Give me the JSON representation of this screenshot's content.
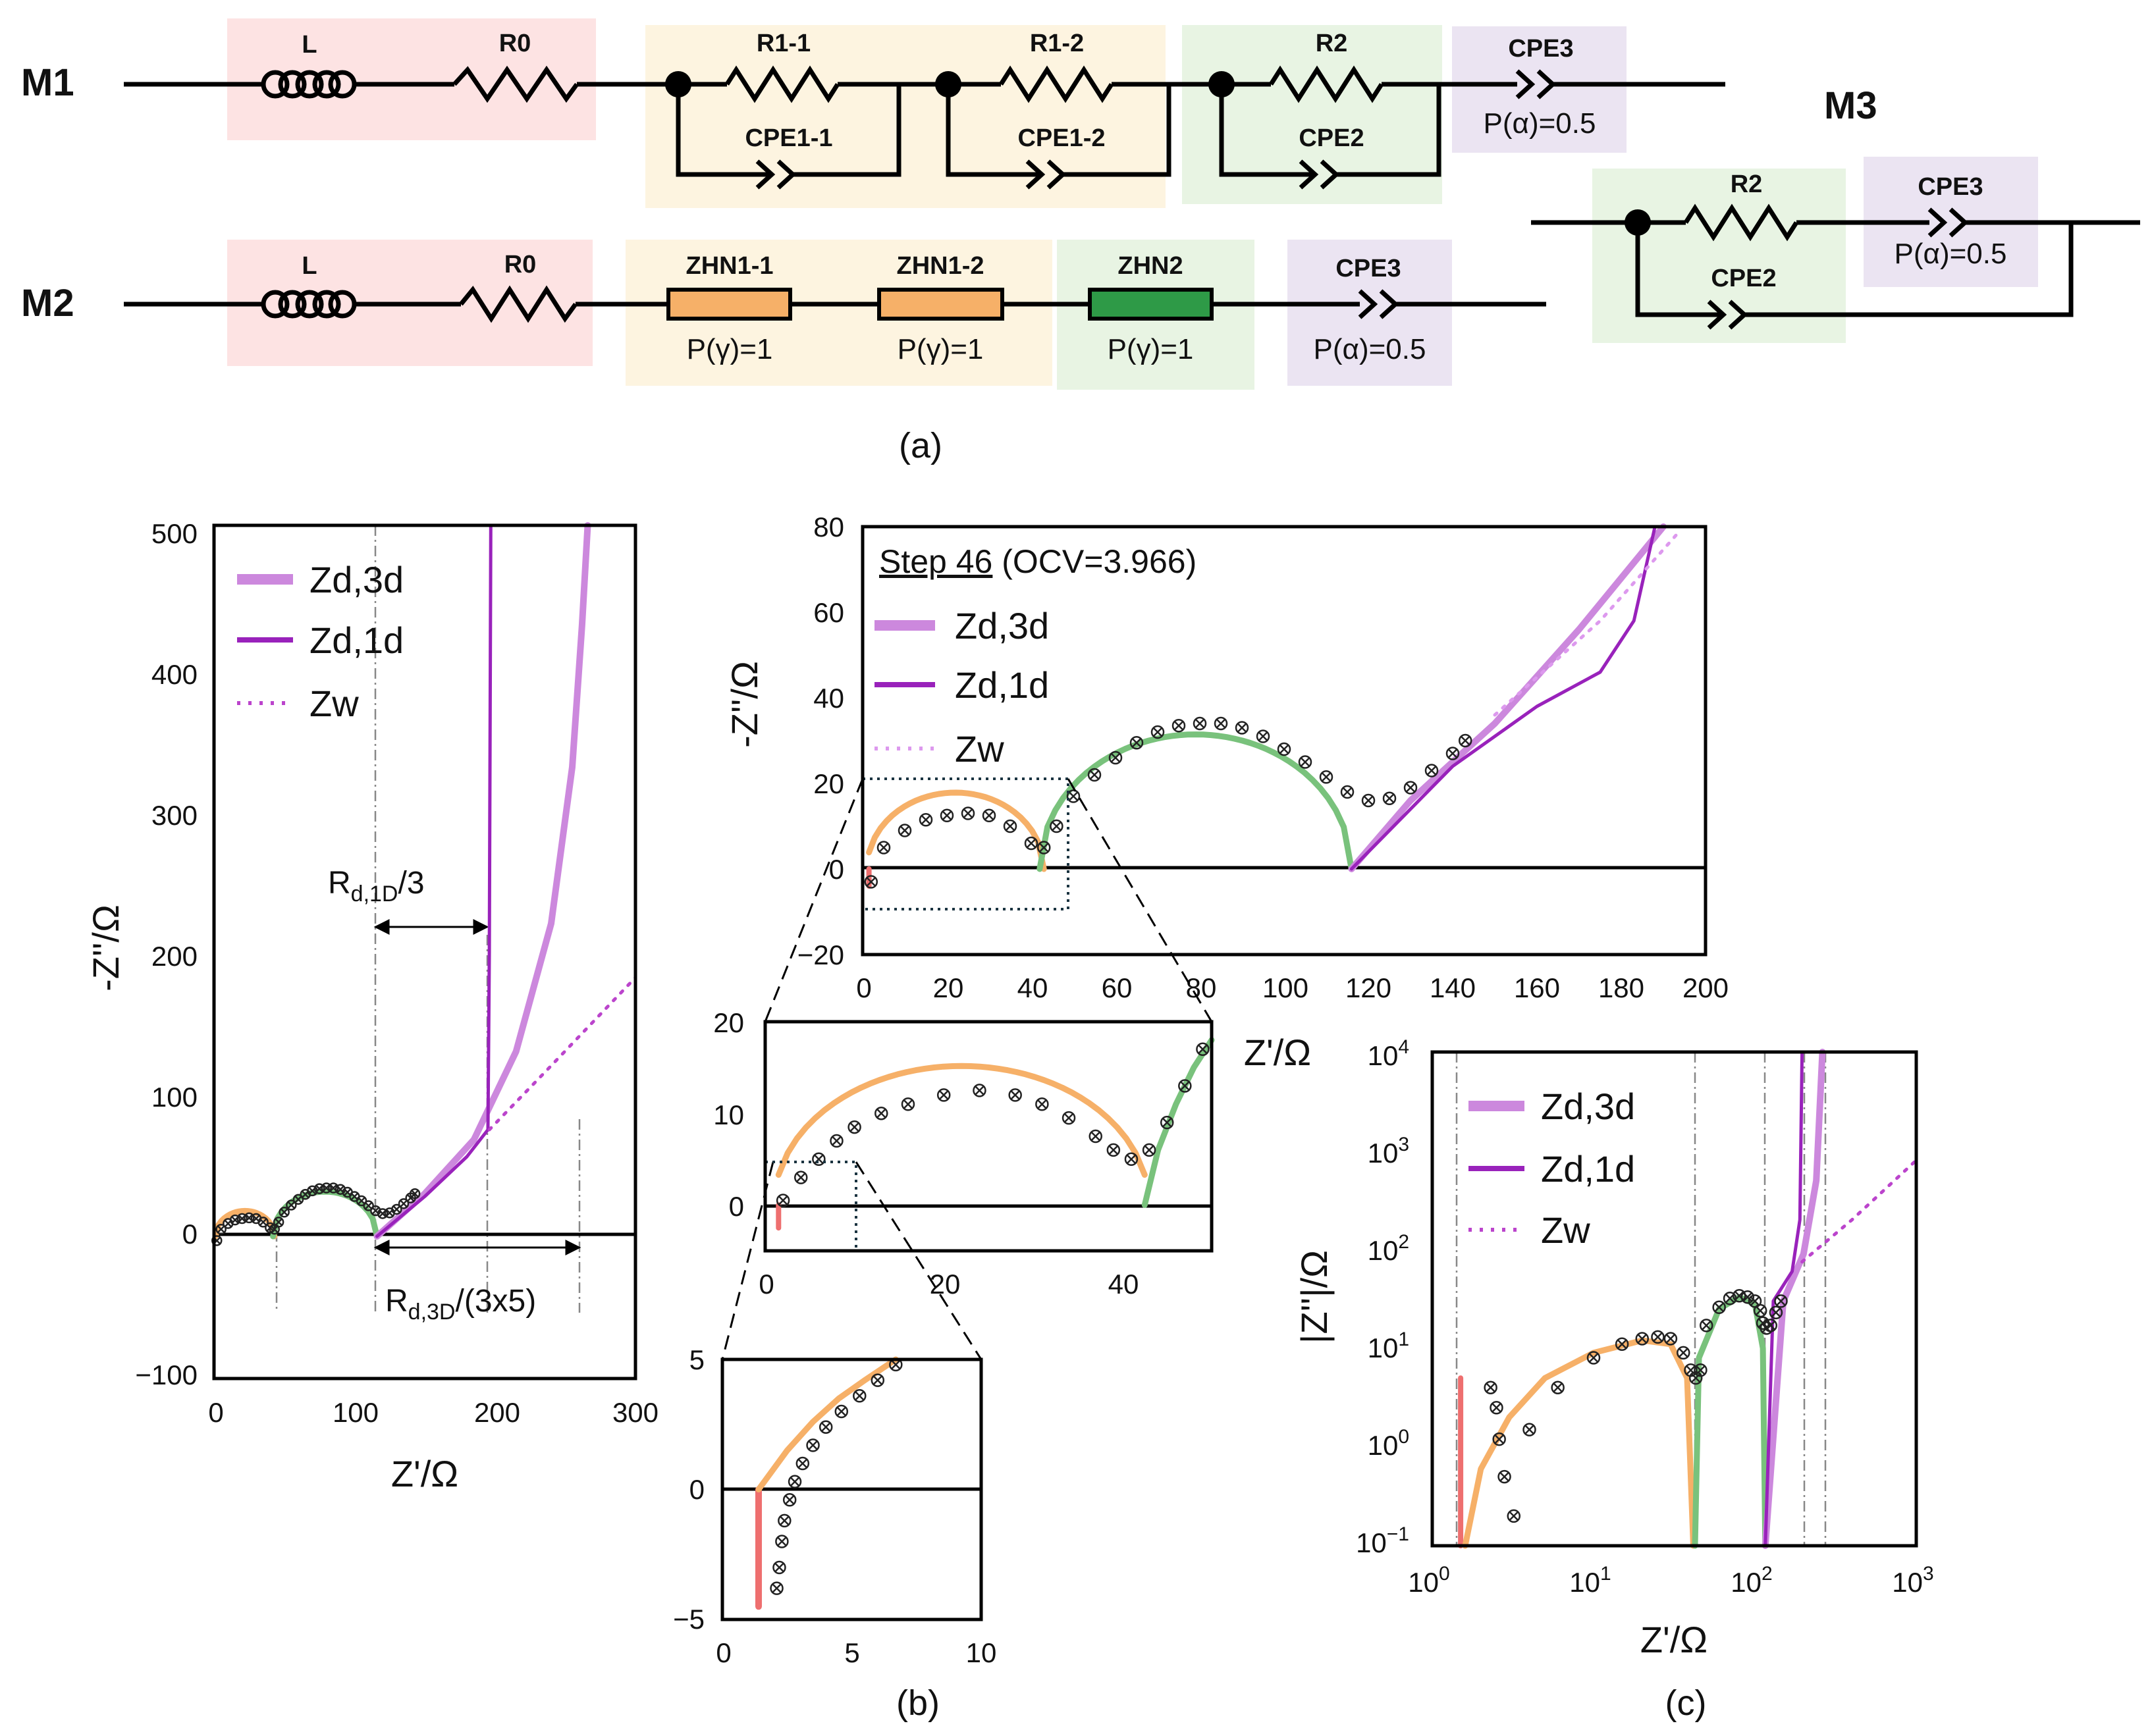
{
  "circuits": {
    "m1": {
      "label": "M1",
      "elements": [
        "L",
        "R0",
        "R1-1",
        "CPE1-1",
        "R1-2",
        "CPE1-2",
        "R2",
        "CPE2",
        "CPE3"
      ],
      "note": "P(α)=0.5"
    },
    "m2": {
      "label": "M2",
      "elements": [
        "L",
        "R0",
        "ZHN1-1",
        "ZHN1-2",
        "ZHN2",
        "CPE3"
      ],
      "notes": [
        "P(γ)=1",
        "P(γ)=1",
        "P(γ)=1",
        "P(α)=0.5"
      ]
    },
    "m3": {
      "label": "M3",
      "elements": [
        "R2",
        "CPE2",
        "CPE3"
      ],
      "note": "P(α)=0.5"
    },
    "caption": "(a)",
    "colors": {
      "inductive_box": "#fde3e3",
      "rc_box": "#fdf4e0",
      "r2_box": "#e8f4e3",
      "cpe3_box": "#ebe4f2",
      "zhn_orange": "#f6b068",
      "zhn_green": "#2e9a47"
    }
  },
  "panels": {
    "left": {
      "xlabel": "Z'/Ω",
      "ylabel": "-Z''/Ω",
      "xticks": [
        "0",
        "100",
        "200",
        "300"
      ],
      "yticks": [
        "500",
        "400",
        "300",
        "200",
        "100",
        "0",
        "−100"
      ],
      "legend": [
        "Zd,3d",
        "Zd,1d",
        "Zw"
      ],
      "ann_1d": [
        "R",
        "d,1D",
        "/3"
      ],
      "ann_3d": [
        "R",
        "d,3D",
        "/(3x5)"
      ]
    },
    "main": {
      "xlabel": "Z'/Ω",
      "ylabel": "-Z''/Ω",
      "step": "Step 46",
      "ocv": " (OCV=3.966)",
      "xticks": [
        "0",
        "20",
        "40",
        "60",
        "80",
        "100",
        "120",
        "140",
        "160",
        "180",
        "200"
      ],
      "yticks": [
        "80",
        "60",
        "40",
        "20",
        "0",
        "−20"
      ],
      "legend": [
        "Zd,3d",
        "Zd,1d",
        "Zw"
      ]
    },
    "zoom1": {
      "xticks": [
        "0",
        "20",
        "40"
      ],
      "yticks": [
        "20",
        "10",
        "0"
      ]
    },
    "zoom2": {
      "xticks": [
        "0",
        "5",
        "10"
      ],
      "yticks": [
        "5",
        "0",
        "−5"
      ],
      "caption": "(b)"
    },
    "log": {
      "xlabel": "Z'/Ω",
      "ylabel": "|Z''|/Ω",
      "xticks": [
        [
          "10",
          "0"
        ],
        [
          "10",
          "1"
        ],
        [
          "10",
          "2"
        ],
        [
          "10",
          "3"
        ]
      ],
      "yticks": [
        [
          "10",
          "4"
        ],
        [
          "10",
          "3"
        ],
        [
          "10",
          "2"
        ],
        [
          "10",
          "1"
        ],
        [
          "10",
          "0"
        ],
        [
          "10",
          "−1"
        ]
      ],
      "legend": [
        "Zd,3d",
        "Zd,1d",
        "Zw"
      ],
      "caption": "(c)"
    }
  },
  "colors": {
    "zd3d": "#cc88dd",
    "zd1d": "#9922bb",
    "zw": "#bb44cc",
    "zw_main": "#dd99ee",
    "fit_red": "#ee6f6f",
    "fit_orange": "#f6b068",
    "fit_green": "#79c27c",
    "markers": "#222222"
  },
  "chart_data": [
    {
      "type": "scatter",
      "xlabel": "Z'/Ω",
      "ylabel": "-Z''/Ω",
      "xlim": [
        0,
        300
      ],
      "ylim": [
        -100,
        500
      ],
      "series": [
        {
          "name": "Zd,3d",
          "x": [
            116,
            150,
            185,
            215,
            240,
            255,
            262,
            266
          ],
          "y": [
            0,
            30,
            68,
            130,
            220,
            330,
            430,
            500
          ]
        },
        {
          "name": "Zd,1d",
          "x": [
            116,
            150,
            180,
            195,
            196,
            197
          ],
          "y": [
            0,
            28,
            56,
            75,
            200,
            500
          ]
        },
        {
          "name": "Zw",
          "x": [
            196,
            240,
            300
          ],
          "y": [
            75,
            120,
            182
          ]
        }
      ]
    },
    {
      "type": "scatter",
      "title": "Step 46 (OCV=3.966)",
      "xlabel": "Z'/Ω",
      "ylabel": "-Z''/Ω",
      "xlim": [
        0,
        200
      ],
      "ylim": [
        -20,
        80
      ],
      "series": [
        {
          "x": [
            2,
            5,
            10,
            15,
            20,
            25,
            30,
            35,
            40,
            43,
            46,
            50,
            55,
            60,
            65,
            70,
            75,
            80,
            85,
            90,
            95,
            100,
            105,
            110,
            115,
            120,
            125,
            130,
            135,
            140,
            143
          ],
          "y": [
            -3,
            5,
            9,
            11.5,
            12.5,
            13,
            12.5,
            10,
            6,
            5,
            10,
            17,
            22,
            26,
            29.5,
            32,
            33.5,
            34,
            34,
            33,
            31,
            28,
            25,
            21.5,
            18,
            16,
            16.5,
            19,
            23,
            27,
            30
          ]
        },
        {
          "name": "Zd,3d",
          "x": [
            116,
            130,
            150,
            170,
            190
          ],
          "y": [
            0,
            16,
            34,
            56,
            80
          ]
        },
        {
          "name": "Zd,1d",
          "x": [
            116,
            140,
            160,
            175,
            183,
            188
          ],
          "y": [
            0,
            24,
            38,
            46,
            58,
            80
          ]
        },
        {
          "name": "Zw",
          "x": [
            150,
            175,
            193
          ],
          "y": [
            36,
            58,
            78
          ]
        }
      ]
    },
    {
      "type": "scatter",
      "xlim": [
        0,
        50
      ],
      "ylim": [
        -5,
        20
      ],
      "series": [
        {
          "x": [
            2,
            4,
            6,
            8,
            10,
            13,
            16,
            20,
            24,
            28,
            31,
            34,
            37,
            39,
            41,
            43,
            45,
            47,
            49
          ],
          "y": [
            0.5,
            3,
            5,
            7,
            8.5,
            10,
            11,
            12,
            12.5,
            12,
            11,
            9.5,
            7.5,
            6,
            5,
            6,
            9,
            13,
            17
          ]
        }
      ]
    },
    {
      "type": "scatter",
      "xlim": [
        0,
        10
      ],
      "ylim": [
        -5,
        5
      ],
      "series": [
        {
          "x": [
            2.1,
            2.2,
            2.3,
            2.4,
            2.6,
            2.8,
            3.1,
            3.5,
            4.0,
            4.6,
            5.3,
            6.0,
            6.7
          ],
          "y": [
            -3.8,
            -3.0,
            -2.0,
            -1.2,
            -0.4,
            0.3,
            1.0,
            1.7,
            2.4,
            3.0,
            3.6,
            4.2,
            4.8
          ]
        }
      ]
    },
    {
      "type": "scatter",
      "xlabel": "Z'/Ω",
      "ylabel": "|Z''|/Ω",
      "log_x": true,
      "log_y": true,
      "xlim": [
        1,
        1000
      ],
      "ylim": [
        0.1,
        10000
      ],
      "series": [
        {
          "name": "Zd,3d",
          "x": [
            116,
            150,
            200,
            240,
            262
          ],
          "y": [
            0.1,
            30,
            90,
            500,
            10000
          ]
        },
        {
          "name": "Zd,1d",
          "x": [
            116,
            130,
            170,
            190,
            196
          ],
          "y": [
            0.1,
            30,
            60,
            200,
            10000
          ]
        },
        {
          "name": "Zw",
          "x": [
            196,
            400,
            1000
          ],
          "y": [
            75,
            200,
            800
          ]
        }
      ]
    }
  ]
}
